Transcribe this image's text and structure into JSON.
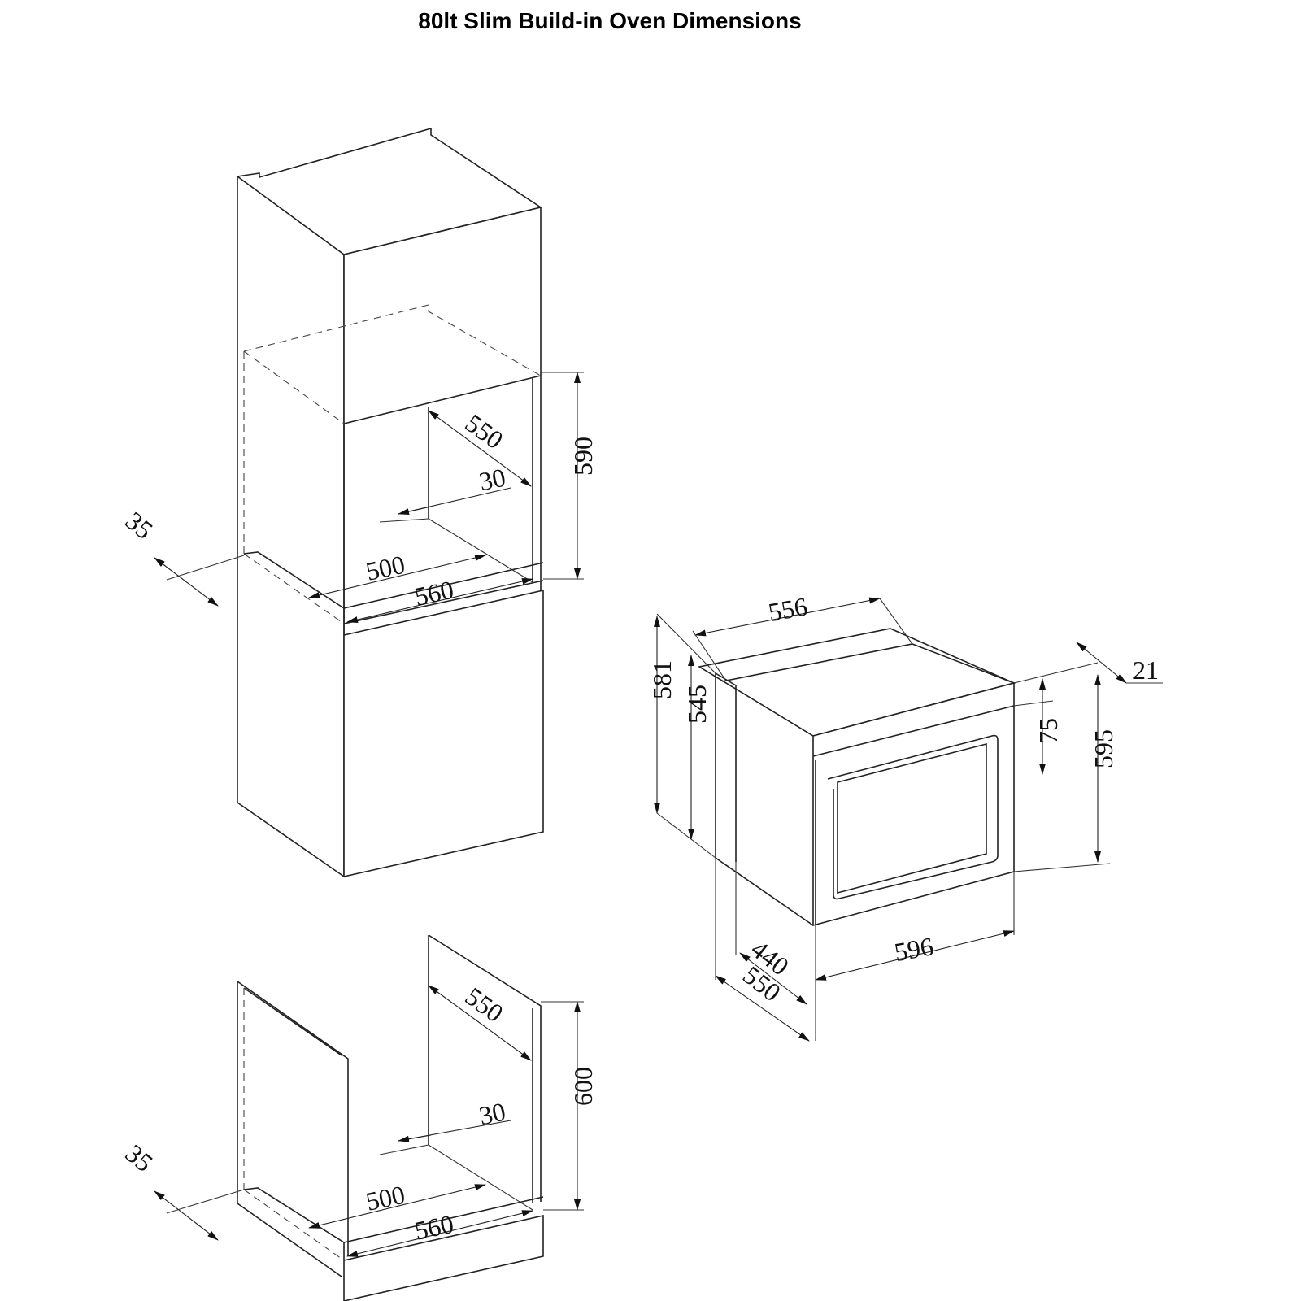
{
  "title": "80lt Slim Build-in Oven Dimensions",
  "tall_cabinet": {
    "depth": "550",
    "rear_gap": "30",
    "height": "590",
    "front_offset": "35",
    "inner_width": "500",
    "outer_width": "560"
  },
  "base_cabinet": {
    "depth": "550",
    "rear_gap": "30",
    "height": "600",
    "front_offset": "35",
    "inner_width": "500",
    "outer_width": "560"
  },
  "oven": {
    "top_width": "556",
    "total_depth": "581",
    "body_depth": "545",
    "front_thickness": "21",
    "panel_height": "75",
    "height": "595",
    "width": "596",
    "side_depth_inner": "440",
    "side_depth_outer": "550"
  }
}
